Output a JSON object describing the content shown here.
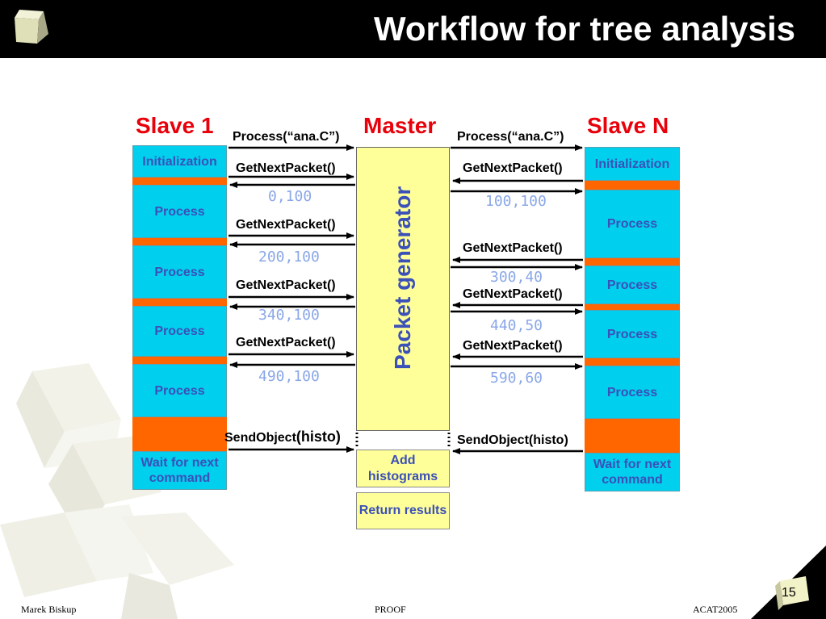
{
  "slide": {
    "title": "Workflow for tree analysis",
    "page_number": "15",
    "footer_left": "Marek Biskup",
    "footer_center": "PROOF",
    "footer_right": "ACAT2005"
  },
  "lanes": {
    "slave1": "Slave 1",
    "master": "Master",
    "slaven": "Slave N"
  },
  "master": {
    "generator": "Packet generator",
    "add": "Add histograms",
    "return": "Return results"
  },
  "slave1": {
    "init": "Initialization",
    "process": "Process",
    "wait": "Wait for next command"
  },
  "slaven": {
    "init": "Initialization",
    "process": "Process",
    "wait": "Wait for next command"
  },
  "messages": {
    "process_left": "Process(“ana.C”)",
    "process_right": "Process(“ana.C”)",
    "getnext": "GetNextPacket()",
    "send_left_a": "SendObject",
    "send_left_b": "(histo)",
    "send_right": "SendObject(histo)"
  },
  "packets_left": [
    "0,100",
    "200,100",
    "340,100",
    "490,100"
  ],
  "packets_right": [
    "100,100",
    "300,40",
    "440,50",
    "590,60"
  ]
}
